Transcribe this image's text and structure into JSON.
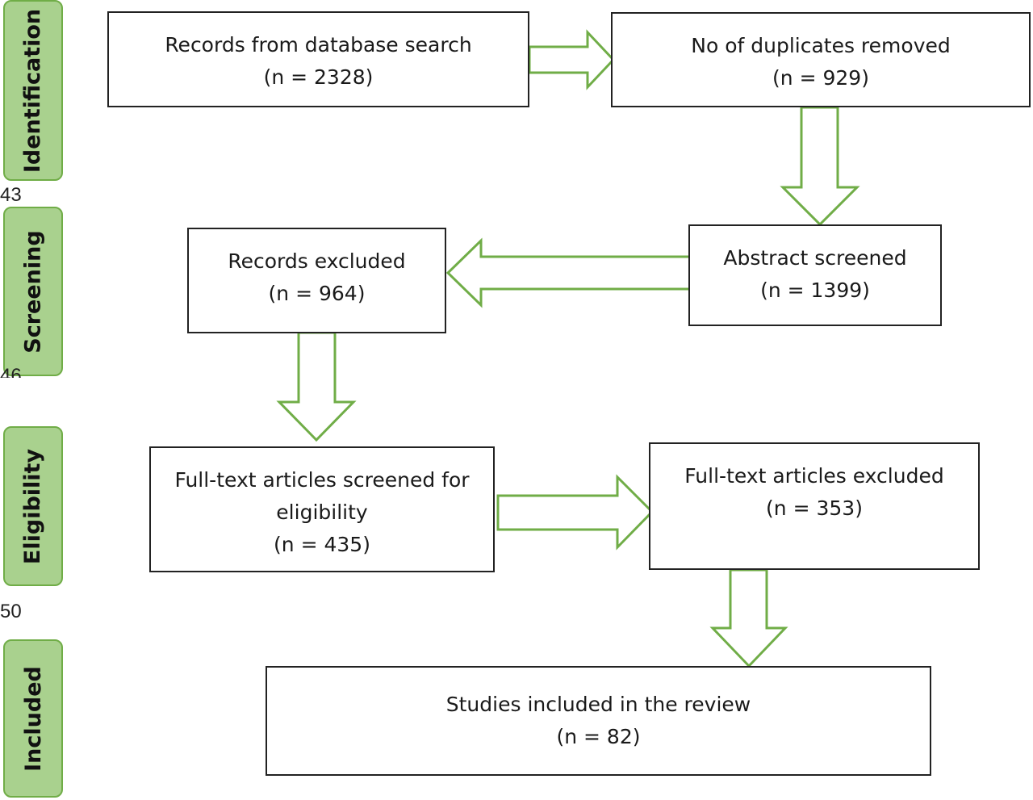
{
  "stages": {
    "identification": "Identification",
    "screening": "Screening",
    "eligibility": "Eligibility",
    "included": "Included"
  },
  "line_numbers": {
    "a": "43",
    "b": "46",
    "c": "50"
  },
  "boxes": {
    "database_search": {
      "label": "Records from database search",
      "count": "(n = 2328)"
    },
    "duplicates_removed": {
      "label": "No of duplicates removed",
      "count": "(n = 929)"
    },
    "abstract_screened": {
      "label": "Abstract screened",
      "count": "(n = 1399)"
    },
    "records_excluded": {
      "label": "Records excluded",
      "count": "(n = 964)"
    },
    "fulltext_screened": {
      "label_line1": "Full-text articles screened for",
      "label_line2": "eligibility",
      "count": "(n = 435)"
    },
    "fulltext_excluded": {
      "label": "Full-text articles excluded",
      "count": "(n = 353)"
    },
    "included_studies": {
      "label": "Studies included in the review",
      "count": "(n = 82)"
    }
  },
  "colors": {
    "stage_fill": "#a9d18e",
    "stage_border": "#70ad47",
    "arrow_stroke": "#70ad47"
  }
}
